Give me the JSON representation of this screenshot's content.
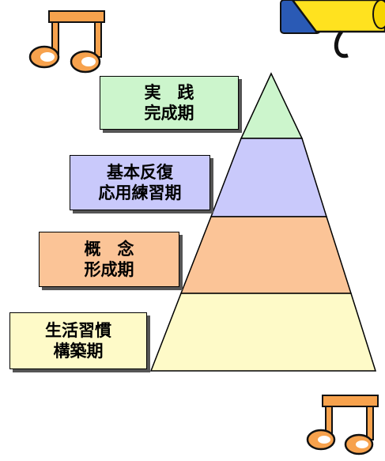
{
  "stages": [
    {
      "line1": "実　践",
      "line2": "完成期",
      "fill": "#ccf5cc",
      "tier_fill": "#ccf5cc"
    },
    {
      "line1": "基本反復",
      "line2": "応用練習期",
      "fill": "#c9c9fb",
      "tier_fill": "#c9c9fb"
    },
    {
      "line1": "概　念",
      "line2": "形成期",
      "fill": "#fbc497",
      "tier_fill": "#fbc497"
    },
    {
      "line1": "生活習慣",
      "line2": "構築期",
      "fill": "#fefac8",
      "tier_fill": "#fefac8"
    }
  ],
  "colors": {
    "note_orange": "#f7a24d",
    "note_outline": "#111111",
    "megaphone_yellow": "#ffe21f",
    "megaphone_blue": "#2a5ab5"
  },
  "icons": [
    "music-note-icon",
    "megaphone-icon"
  ]
}
